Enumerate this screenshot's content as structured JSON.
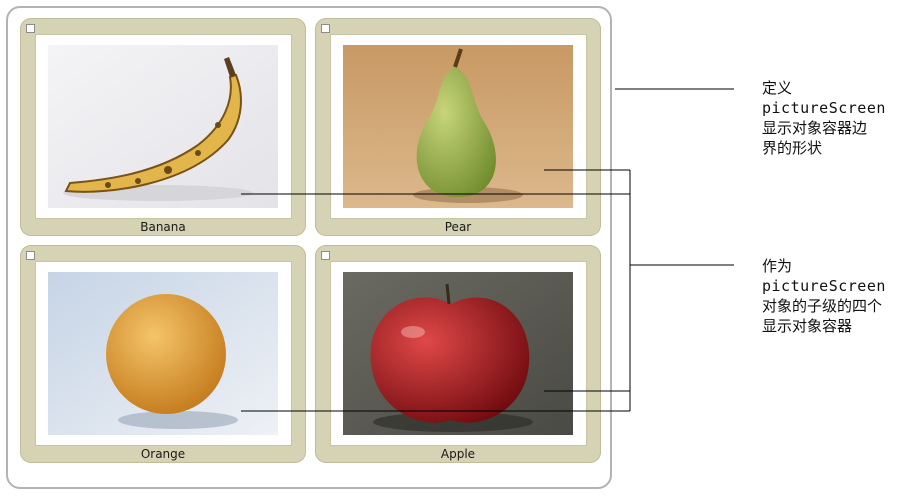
{
  "cards": [
    {
      "name": "banana",
      "caption": "Banana"
    },
    {
      "name": "pear",
      "caption": "Pear"
    },
    {
      "name": "orange",
      "caption": "Orange"
    },
    {
      "name": "apple",
      "caption": "Apple"
    }
  ],
  "annotations": {
    "top": {
      "line1": "定义",
      "line2": "pictureScreen",
      "line3": "显示对象容器边",
      "line4": "界的形状"
    },
    "bottom": {
      "line1": "作为",
      "line2": "pictureScreen",
      "line3": "对象的子级的四个",
      "line4": "显示对象容器"
    }
  }
}
